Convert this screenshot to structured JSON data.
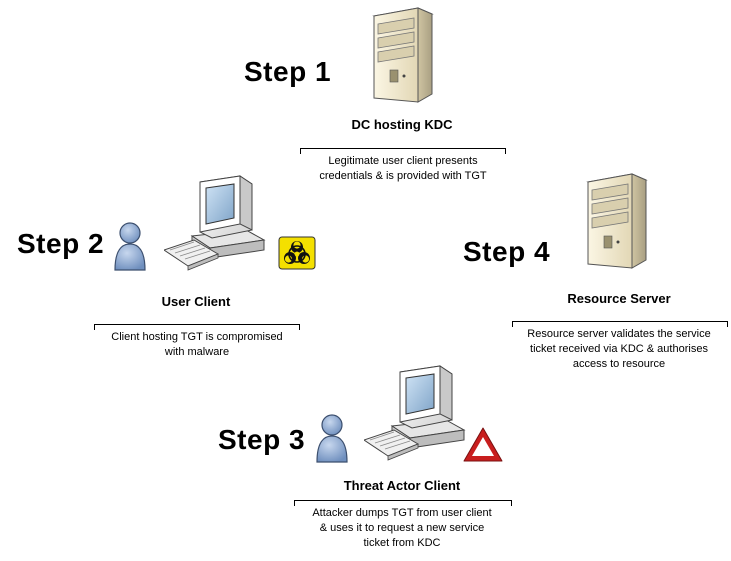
{
  "steps": [
    {
      "label": "Step 1",
      "title": "DC hosting KDC",
      "desc": [
        "Legitimate user client presents",
        "credentials & is provided with TGT"
      ]
    },
    {
      "label": "Step 2",
      "title": "User Client",
      "desc": [
        "Client hosting TGT is compromised",
        "with malware"
      ]
    },
    {
      "label": "Step 3",
      "title": "Threat Actor Client",
      "desc": [
        "Attacker dumps TGT from user client",
        "& uses it to request a new service",
        "ticket from KDC"
      ]
    },
    {
      "label": "Step 4",
      "title": "Resource Server",
      "desc": [
        "Resource server validates the service",
        "ticket received via KDC & authorises",
        "access to resource"
      ]
    }
  ],
  "icons": {
    "dc": "server-icon",
    "user_client": "workstation-icon",
    "user": "user-icon",
    "malware": "biohazard-icon",
    "threat_actor": "workstation-icon",
    "threat_user": "user-icon",
    "warning": "warning-triangle-icon",
    "resource": "server-icon"
  },
  "colors": {
    "server_body": "#ece3c6",
    "server_side": "#bfb596",
    "user_fill": "#8aa6cf",
    "biohazard_bg": "#f4e000",
    "warning_red": "#c81e1e"
  }
}
